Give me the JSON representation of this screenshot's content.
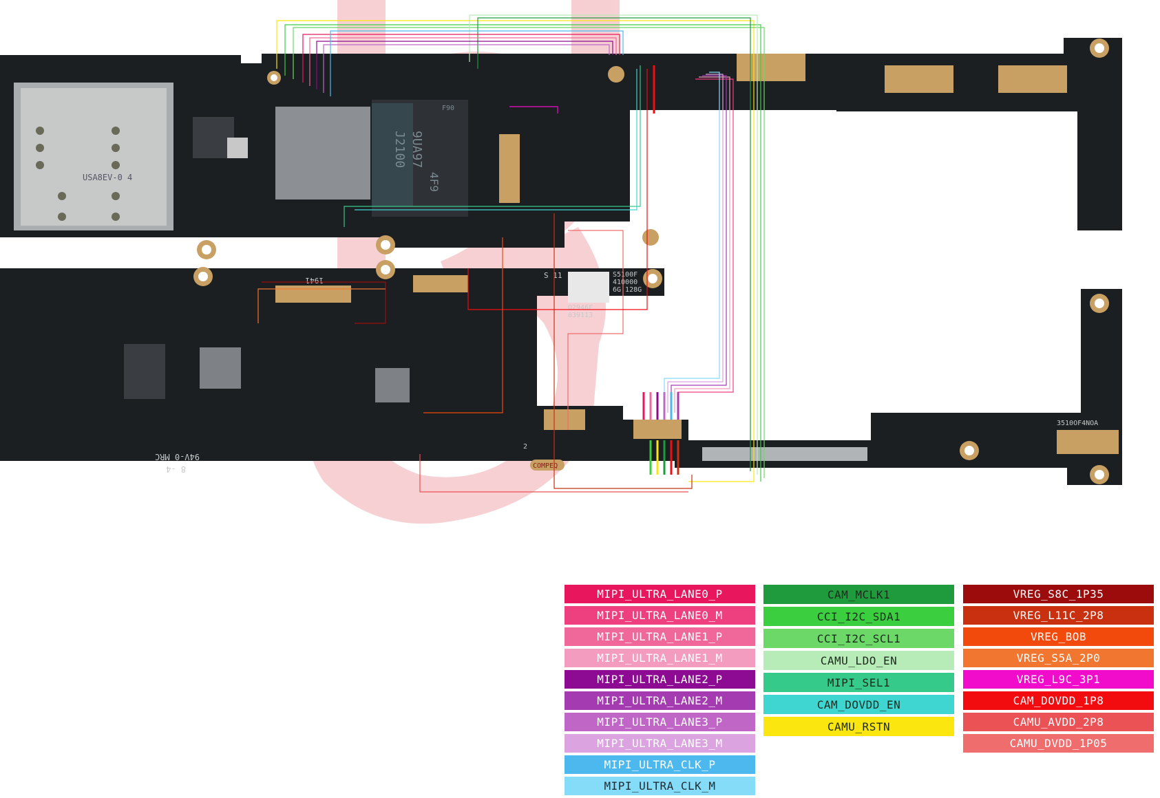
{
  "board": {
    "background": "#ffffff",
    "pcb_color": "#1b1f22",
    "watermark_color": "#f2b9bf",
    "component_silver": "#9a9ea2",
    "pad_gold": "#c9a063",
    "markings": {
      "chip_1": "9UA97",
      "chip_2": "J2100",
      "chip_3": "4F9",
      "chip_top": "F90",
      "sim_label": "USA8EV-0 4",
      "label_1941": "1941",
      "label_s1": "S 11",
      "qr_text": "S5100F\n410000\n6G 128G",
      "qr_sub": "Q2946F\n039113",
      "board_code": "94V-0 MRC",
      "board_code_2": "8  -4",
      "compeq": "COMPEQ",
      "compeq_num": "2",
      "right_label": "3510OF4NOA"
    }
  },
  "legend": {
    "columns": [
      {
        "id": "mipi",
        "items": [
          {
            "label": "MIPI_ULTRA_LANE0_P",
            "bg": "#e8175d",
            "fg": "#ffffff"
          },
          {
            "label": "MIPI_ULTRA_LANE0_M",
            "bg": "#ee3f7f",
            "fg": "#ffffff"
          },
          {
            "label": "MIPI_ULTRA_LANE1_P",
            "bg": "#f0679a",
            "fg": "#ffffff"
          },
          {
            "label": "MIPI_ULTRA_LANE1_M",
            "bg": "#f49cbf",
            "fg": "#ffffff"
          },
          {
            "label": "MIPI_ULTRA_LANE2_P",
            "bg": "#8d0a92",
            "fg": "#ffffff"
          },
          {
            "label": "MIPI_ULTRA_LANE2_M",
            "bg": "#a43bb0",
            "fg": "#ffffff"
          },
          {
            "label": "MIPI_ULTRA_LANE3_P",
            "bg": "#bf66c7",
            "fg": "#ffffff"
          },
          {
            "label": "MIPI_ULTRA_LANE3_M",
            "bg": "#dba3df",
            "fg": "#ffffff"
          },
          {
            "label": "MIPI_ULTRA_CLK_P",
            "bg": "#4cb8ee",
            "fg": "#ffffff"
          },
          {
            "label": "MIPI_ULTRA_CLK_M",
            "bg": "#84dcf8",
            "fg": "#1e2a30"
          }
        ]
      },
      {
        "id": "cam",
        "items": [
          {
            "label": "CAM_MCLK1",
            "bg": "#1f9a3d",
            "fg": "#1c2a1c"
          },
          {
            "label": "CCI_I2C_SDA1",
            "bg": "#3bcf40",
            "fg": "#1c2a1c"
          },
          {
            "label": "CCI_I2C_SCL1",
            "bg": "#6cd868",
            "fg": "#1c2a1c"
          },
          {
            "label": "CAMU_LDO_EN",
            "bg": "#b7ebb8",
            "fg": "#1c2a1c"
          },
          {
            "label": "MIPI_SEL1",
            "bg": "#35c98a",
            "fg": "#1c2a1c"
          },
          {
            "label": "CAM_DOVDD_EN",
            "bg": "#3fd6d2",
            "fg": "#1c2a1c"
          },
          {
            "label": "CAMU_RSTN",
            "bg": "#fbe60f",
            "fg": "#1c2a1c"
          }
        ]
      },
      {
        "id": "vreg",
        "items": [
          {
            "label": "VREG_S8C_1P35",
            "bg": "#9c0c0c",
            "fg": "#ffffff"
          },
          {
            "label": "VREG_L11C_2P8",
            "bg": "#c8300f",
            "fg": "#ffffff"
          },
          {
            "label": "VREG_BOB",
            "bg": "#f14a0c",
            "fg": "#ffffff"
          },
          {
            "label": "VREG_S5A_2P0",
            "bg": "#f1762f",
            "fg": "#ffffff"
          },
          {
            "label": "VREG_L9C_3P1",
            "bg": "#f10ccb",
            "fg": "#ffffff"
          },
          {
            "label": "CAM_DOVDD_1P8",
            "bg": "#f20c10",
            "fg": "#ffffff"
          },
          {
            "label": "CAMU_AVDD_2P8",
            "bg": "#ea5256",
            "fg": "#ffffff"
          },
          {
            "label": "CAMU_DVDD_1P05",
            "bg": "#ef6d6d",
            "fg": "#ffffff"
          }
        ]
      }
    ]
  }
}
